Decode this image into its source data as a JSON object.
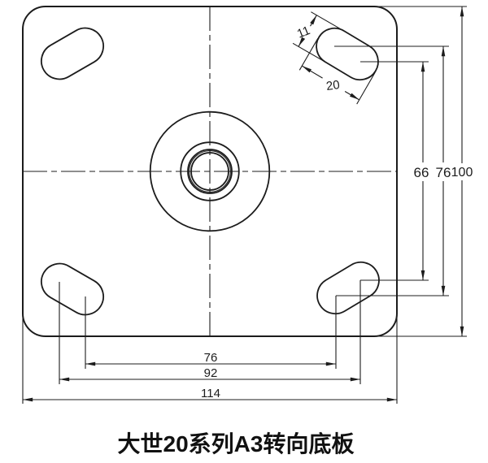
{
  "title": "大世20系列A3转向底板",
  "dims": {
    "slot_width": "11",
    "slot_length": "20",
    "vertical_inner": "66",
    "vertical_outer": "76",
    "plate_height": "100",
    "horizontal_inner": "76",
    "horizontal_outer": "92",
    "plate_width": "114"
  },
  "colors": {
    "line": "#1c1c1c",
    "background": "#ffffff"
  }
}
